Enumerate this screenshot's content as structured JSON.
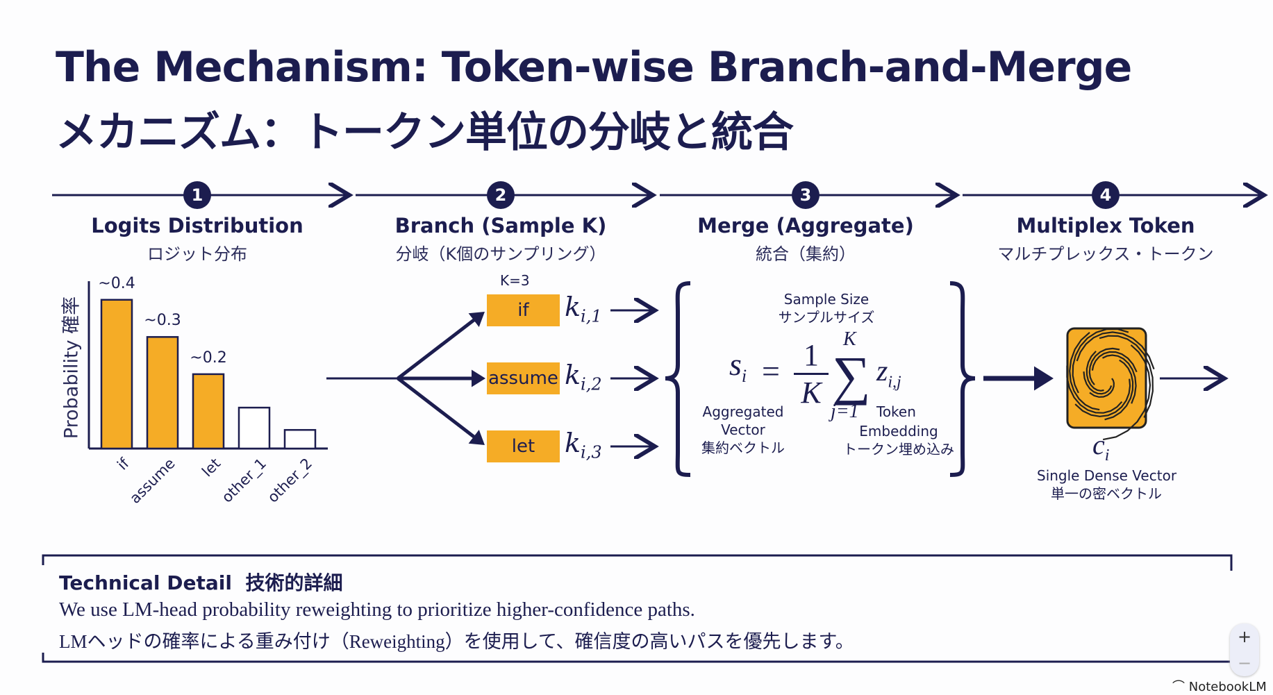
{
  "title": {
    "en": "The Mechanism: Token-wise Branch-and-Merge",
    "jp": "メカニズム：トークン単位の分岐と統合"
  },
  "steps": [
    {
      "num": "1",
      "en": "Logits Distribution",
      "jp": "ロジット分布"
    },
    {
      "num": "2",
      "en": "Branch (Sample K)",
      "jp": "分岐（K個のサンプリング）"
    },
    {
      "num": "3",
      "en": "Merge (Aggregate)",
      "jp": "統合（集約）"
    },
    {
      "num": "4",
      "en": "Multiplex Token",
      "jp": "マルチプレックス・トークン"
    }
  ],
  "chart_data": {
    "type": "bar",
    "ylabel": "Probability 確率",
    "categories": [
      "if",
      "assume",
      "let",
      "other_1",
      "other_2"
    ],
    "values": [
      0.4,
      0.3,
      0.2,
      0.11,
      0.05
    ],
    "data_labels": [
      "~0.4",
      "~0.3",
      "~0.2",
      "",
      ""
    ],
    "highlighted": [
      true,
      true,
      true,
      false,
      false
    ],
    "colors": {
      "highlight": "#f5ac26",
      "other": "#ffffff"
    },
    "ylim": [
      0,
      0.45
    ],
    "grid": false
  },
  "branch": {
    "k_label": "K=3",
    "tokens": [
      "if",
      "assume",
      "let"
    ],
    "k_subs": [
      "i,1",
      "i,2",
      "i,3"
    ]
  },
  "merge": {
    "sample_size_en": "Sample Size",
    "sample_size_jp": "サンプルサイズ",
    "agg_en1": "Aggregated",
    "agg_en2": "Vector",
    "agg_jp": "集約ベクトル",
    "tok_en1": "Token",
    "tok_en2": "Embedding",
    "tok_jp": "トークン埋め込み",
    "formula_lhs": "s",
    "formula_lhs_sub": "i",
    "formula_num": "1",
    "formula_den": "K",
    "sum_top": "K",
    "sum_bottom": "j=1",
    "formula_z": "z",
    "formula_z_sub": "i,j"
  },
  "output": {
    "symbol": "c",
    "symbol_sub": "i",
    "label_en": "Single Dense Vector",
    "label_jp": "単一の密ベクトル"
  },
  "detail": {
    "heading": "Technical Detail  技術的詳細",
    "line_en": "We use LM-head probability reweighting to prioritize higher-confidence paths.",
    "line_jp": "LMヘッドの確率による重み付け（Reweighting）を使用して、確信度の高いパスを優先します。"
  },
  "zoom": {
    "plus": "+",
    "minus": "−"
  },
  "brand": "NotebookLM"
}
